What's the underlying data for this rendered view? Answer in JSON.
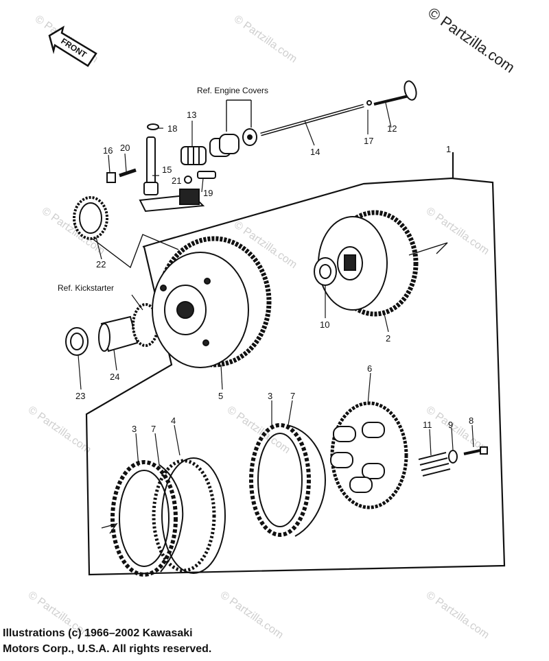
{
  "brand": "© Partzilla.com",
  "watermark": "© Partzilla.com",
  "front_label": "FRONT",
  "references": {
    "engine_covers": "Ref. Engine Covers",
    "kickstarter": "Ref. Kickstarter"
  },
  "callouts": [
    "1",
    "2",
    "3",
    "3",
    "4",
    "5",
    "6",
    "7",
    "7",
    "8",
    "9",
    "10",
    "11",
    "12",
    "13",
    "14",
    "15",
    "16",
    "17",
    "18",
    "19",
    "20",
    "21",
    "22",
    "23",
    "24"
  ],
  "copyright": {
    "line1": "Illustrations (c) 1966–2002 Kawasaki",
    "line2": "Motors Corp., U.S.A.  All rights reserved."
  }
}
